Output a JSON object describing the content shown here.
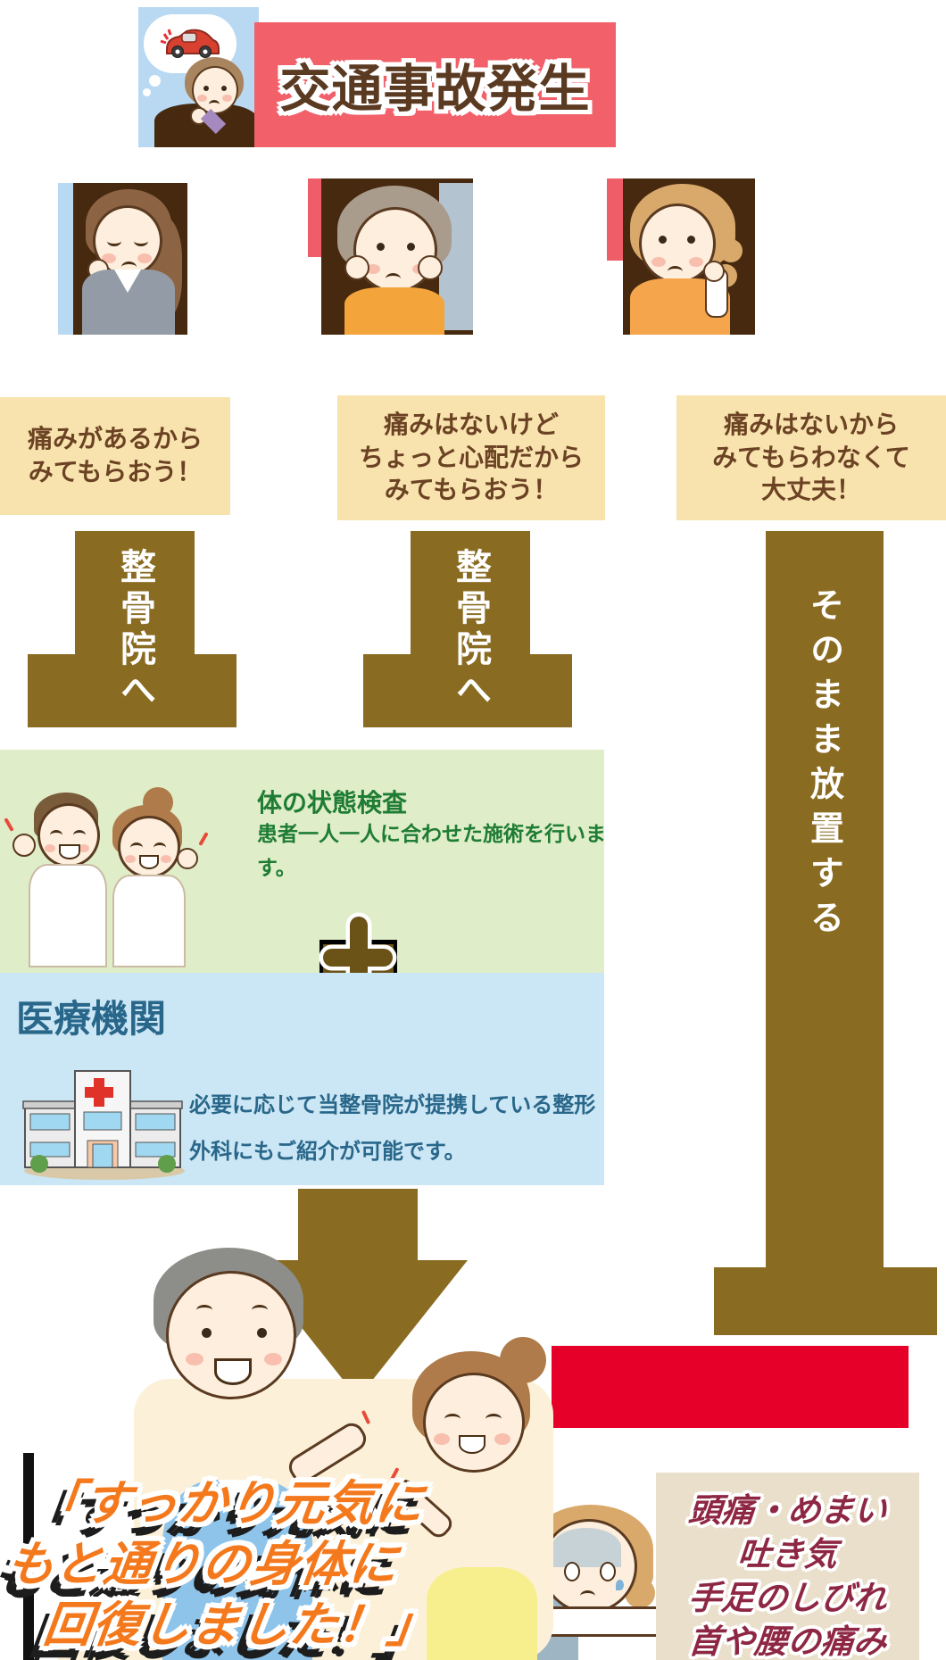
{
  "header": {
    "title": "交通事故発生"
  },
  "choices": [
    {
      "bubble_lines": [
        "痛みがあるから",
        "みてもらおう！"
      ],
      "arrow_label": "整骨院へ"
    },
    {
      "bubble_lines": [
        "痛みはないけど",
        "ちょっと心配だから",
        "みてもらおう！"
      ],
      "arrow_label": "整骨院へ"
    },
    {
      "bubble_lines": [
        "痛みはないから",
        "みてもらわなくて",
        "大丈夫！"
      ],
      "arrow_label": "そのまま放置する"
    }
  ],
  "clinic_box": {
    "heading": "体の状態検査",
    "body_lines": [
      "患者一人一人に合わせた施術を行いま",
      "す。"
    ]
  },
  "medical_box": {
    "title": "医療機関",
    "body_lines": [
      "必要に応じて当整骨院が提携している整形",
      "外科にもご紹介が可能です。"
    ]
  },
  "recovery": {
    "lines": [
      "「すっかり元気に",
      "もと通りの身体に",
      "回復しました！」"
    ]
  },
  "symptoms": {
    "lines": [
      "頭痛・めまい",
      "吐き気",
      "手足のしびれ",
      "首や腰の痛み"
    ]
  },
  "icons": {
    "crashed_car": "crashed-car-icon",
    "plus": "plus-icon",
    "hospital": "hospital-icon"
  },
  "colors": {
    "banner_red": "#f2606a",
    "bubble_cream": "#f8e3ae",
    "arrow_olive": "#8a6b22",
    "green_bg": "#dfedc9",
    "green_text": "#1e7c33",
    "blue_bg": "#cbe6f5",
    "blue_text": "#29678a",
    "orange_text": "#f4791d",
    "red_block": "#e60029",
    "beige_bg": "#e9dfca",
    "wine_text": "#8e2744"
  }
}
